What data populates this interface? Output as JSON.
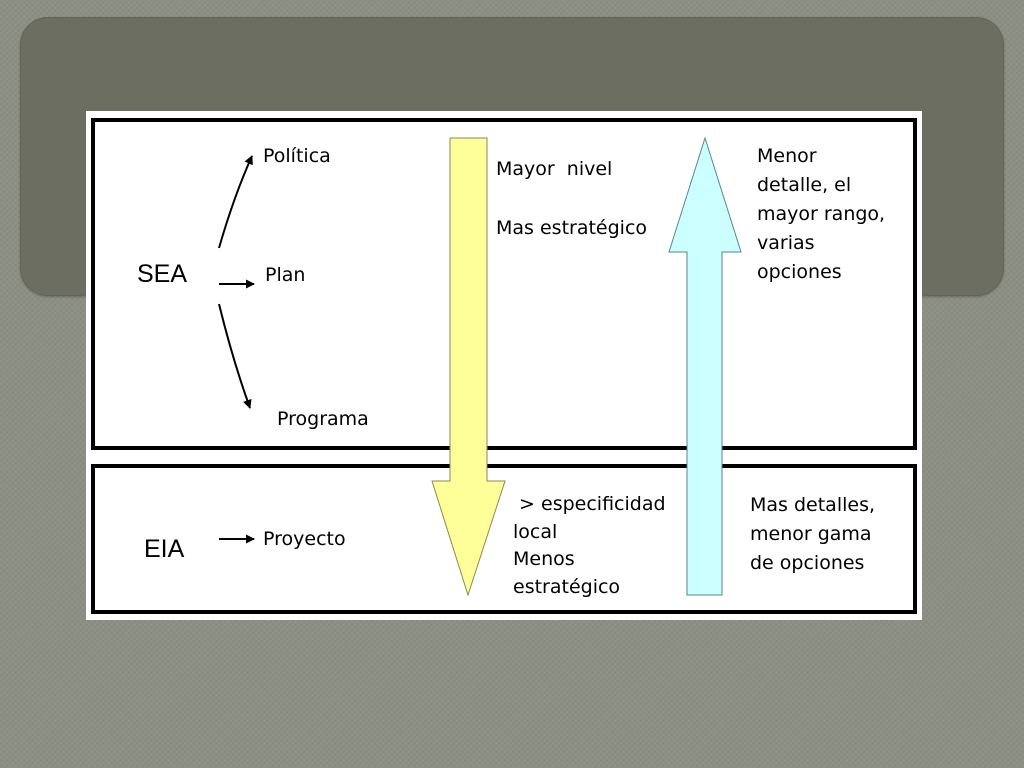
{
  "diagram": {
    "sea": {
      "label": "SEA",
      "branches": [
        "Política",
        "Plan",
        "Programa"
      ]
    },
    "eia": {
      "label": "EIA",
      "branches": [
        "Proyecto"
      ]
    },
    "down_arrow": {
      "color": "#ffff99",
      "top_text": [
        "Mayor  nivel",
        "Mas estratégico"
      ],
      "bottom_text": [
        " > especificidad",
        "local",
        "Menos",
        "estratégico"
      ]
    },
    "up_arrow": {
      "color": "#ccffff",
      "top_text": [
        "Menor",
        "detalle, el",
        "mayor rango,",
        "varias",
        "opciones"
      ],
      "bottom_text": [
        "Mas detalles,",
        "menor gama",
        "de opciones"
      ]
    }
  }
}
